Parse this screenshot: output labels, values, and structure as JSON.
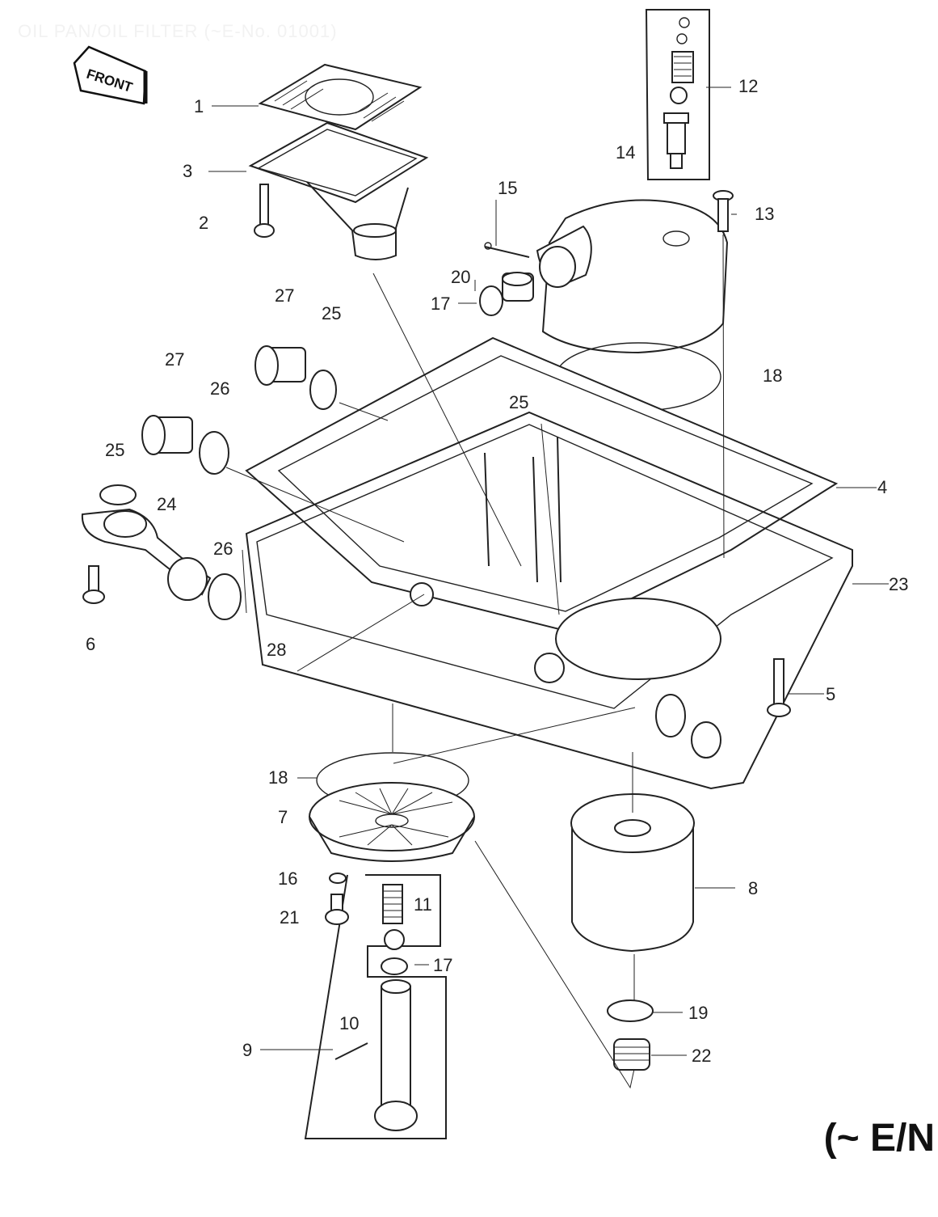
{
  "title": "OIL PAN/OIL FILTER (~E-No. 01001)",
  "front_label": "FRONT",
  "variant_label": "(~ E/N",
  "callouts": [
    {
      "id": "c1",
      "text": "1"
    },
    {
      "id": "c3",
      "text": "3"
    },
    {
      "id": "c2",
      "text": "2"
    },
    {
      "id": "c12",
      "text": "12"
    },
    {
      "id": "c14",
      "text": "14"
    },
    {
      "id": "c15",
      "text": "15"
    },
    {
      "id": "c13",
      "text": "13"
    },
    {
      "id": "c20",
      "text": "20"
    },
    {
      "id": "c17a",
      "text": "17"
    },
    {
      "id": "c27a",
      "text": "27"
    },
    {
      "id": "c25a",
      "text": "25"
    },
    {
      "id": "c27b",
      "text": "27"
    },
    {
      "id": "c26a",
      "text": "26"
    },
    {
      "id": "c18a",
      "text": "18"
    },
    {
      "id": "c25b",
      "text": "25"
    },
    {
      "id": "c25c",
      "text": "25"
    },
    {
      "id": "c24",
      "text": "24"
    },
    {
      "id": "c4",
      "text": "4"
    },
    {
      "id": "c26b",
      "text": "26"
    },
    {
      "id": "c23",
      "text": "23"
    },
    {
      "id": "c6",
      "text": "6"
    },
    {
      "id": "c28",
      "text": "28"
    },
    {
      "id": "c5",
      "text": "5"
    },
    {
      "id": "c18b",
      "text": "18"
    },
    {
      "id": "c7",
      "text": "7"
    },
    {
      "id": "c8",
      "text": "8"
    },
    {
      "id": "c16",
      "text": "16"
    },
    {
      "id": "c11",
      "text": "11"
    },
    {
      "id": "c21",
      "text": "21"
    },
    {
      "id": "c17b",
      "text": "17"
    },
    {
      "id": "c19",
      "text": "19"
    },
    {
      "id": "c10",
      "text": "10"
    },
    {
      "id": "c9",
      "text": "9"
    },
    {
      "id": "c22",
      "text": "22"
    }
  ]
}
